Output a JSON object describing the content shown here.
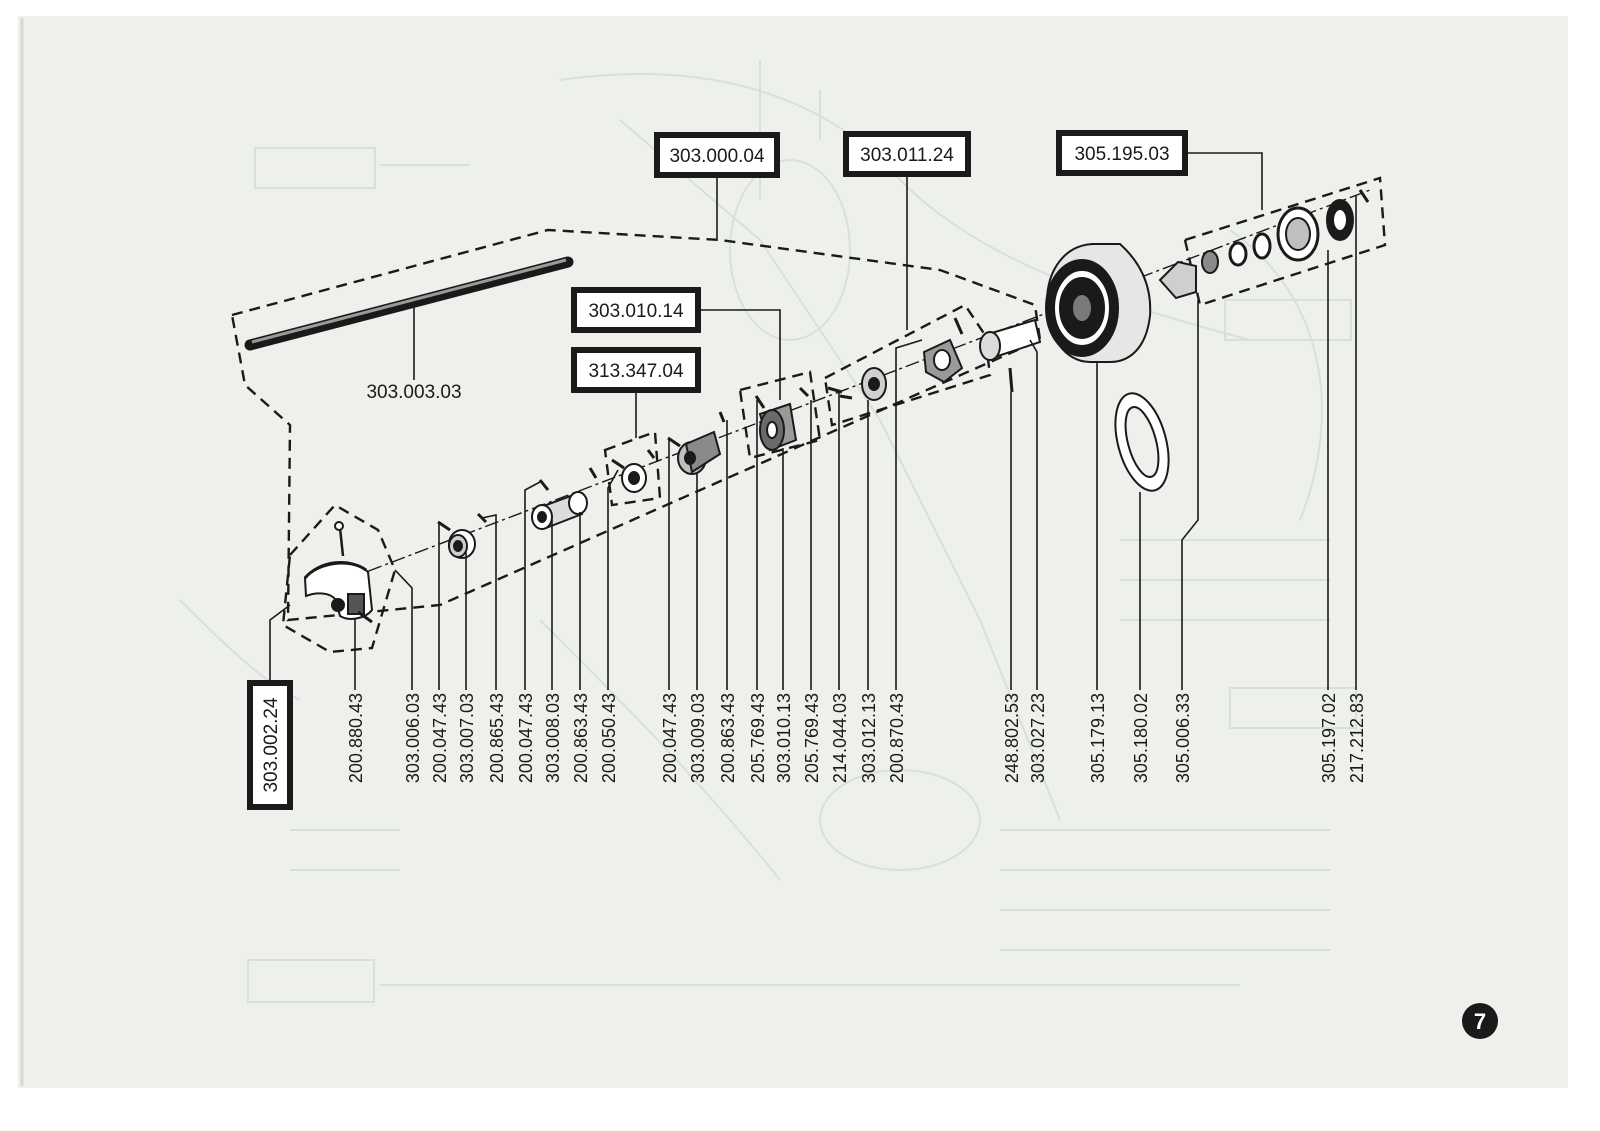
{
  "diagram": {
    "boxed_labels": [
      {
        "id": "b1",
        "text": "303.000.04"
      },
      {
        "id": "b2",
        "text": "303.011.24"
      },
      {
        "id": "b3",
        "text": "305.195.03"
      },
      {
        "id": "b4",
        "text": "303.010.14"
      },
      {
        "id": "b5",
        "text": "313.347.04"
      },
      {
        "id": "b6",
        "text": "303.002.24"
      }
    ],
    "plain_labels": [
      {
        "id": "p0",
        "text": "303.003.03"
      }
    ],
    "vertical_labels": [
      "200.880.43",
      "303.006.03",
      "200.047.43",
      "303.007.03",
      "200.865.43",
      "200.047.43",
      "303.008.03",
      "200.863.43",
      "200.050.43",
      "200.047.43",
      "303.009.03",
      "200.863.43",
      "205.769.43",
      "303.010.13",
      "205.769.43",
      "214.044.03",
      "303.012.13",
      "200.870.43",
      "248.802.53",
      "303.027.23",
      "305.179.13",
      "305.180.02",
      "305.006.33",
      "305.197.02",
      "217.212.83"
    ],
    "page_number": "7"
  },
  "colors": {
    "paper": "#eef0ec",
    "ink": "#1a1a1a",
    "ghost": "#b8c4cc"
  }
}
